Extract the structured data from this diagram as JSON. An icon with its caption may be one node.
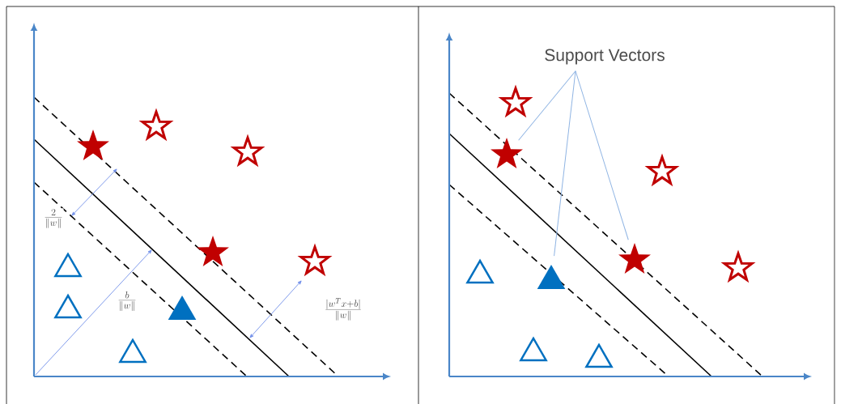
{
  "diagram": {
    "nodes": [
      {
        "text": [
          "Support Vectors"
        ]
      },
      {
        "text": [],
        "shape": "star"
      },
      {
        "text": [],
        "shape": "triangle"
      },
      {
        "text": [],
        "shape": "star"
      },
      {
        "text": [],
        "shape": "star"
      },
      {
        "text": [],
        "shape": "star"
      },
      {
        "text": [],
        "shape": "triangle"
      }
    ],
    "edges": [
      {
        "from": 0,
        "to": 1,
        "arrow": "none"
      },
      {
        "from": 0,
        "to": 2,
        "arrow": "none"
      },
      {
        "from": 0,
        "to": 3,
        "arrow": "none"
      }
    ],
    "labels": [
      "\\frac{2}{\\|w\\|}",
      "\\frac{b}{\\|w\\|}",
      "\\frac{|w^T x + b|}{\\|w\\|}"
    ]
  }
}
